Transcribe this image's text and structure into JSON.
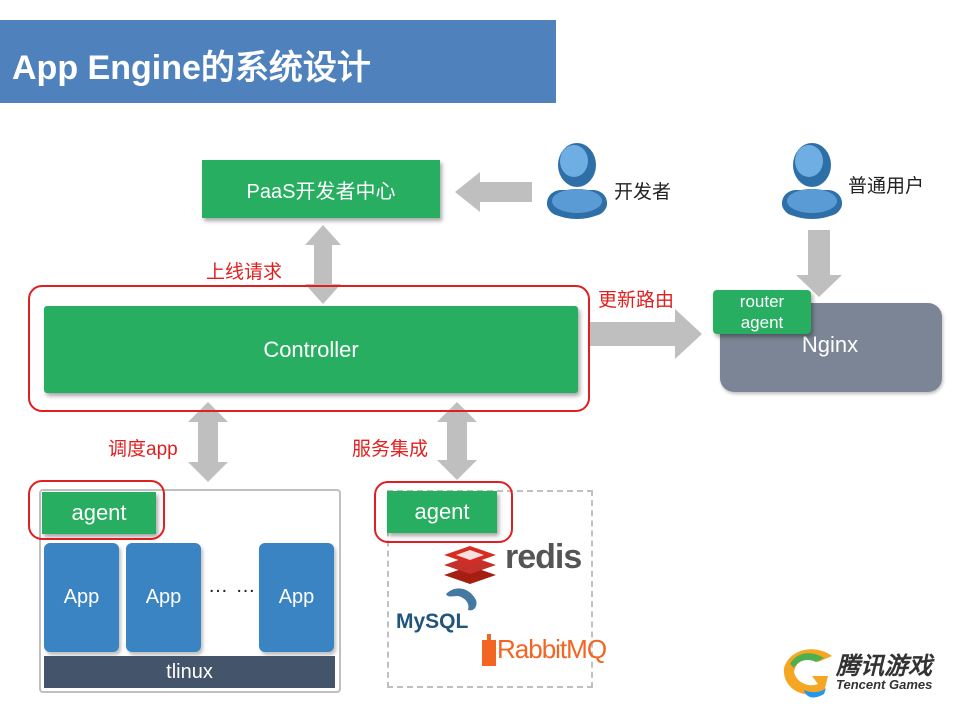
{
  "slide": {
    "title": "App Engine的系统设计"
  },
  "nodes": {
    "paas": "PaaS开发者中心",
    "controller": "Controller",
    "nginx": "Nginx",
    "router_agent_line1": "router",
    "router_agent_line2": "agent",
    "agent_left": "agent",
    "agent_right": "agent",
    "apps": [
      "App",
      "App",
      "App"
    ],
    "ellipsis": "… …",
    "tlinux": "tlinux"
  },
  "actors": {
    "developer": "开发者",
    "user": "普通用户"
  },
  "edge_labels": {
    "deploy_request": "上线请求",
    "update_route": "更新路由",
    "schedule_app": "调度app",
    "service_integration": "服务集成"
  },
  "services": {
    "redis": "redis",
    "mysql": "MySQL",
    "rabbitmq": "RabbitMQ"
  },
  "branding": {
    "cn": "腾讯游戏",
    "en": "Tencent Games"
  },
  "colors": {
    "title_bg": "#4f81bd",
    "green": "#27ae60",
    "app_blue": "#3a84c3",
    "nginx_gray": "#7b8595",
    "highlight_red": "#e02020",
    "arrow_gray": "#bfbfbf"
  }
}
